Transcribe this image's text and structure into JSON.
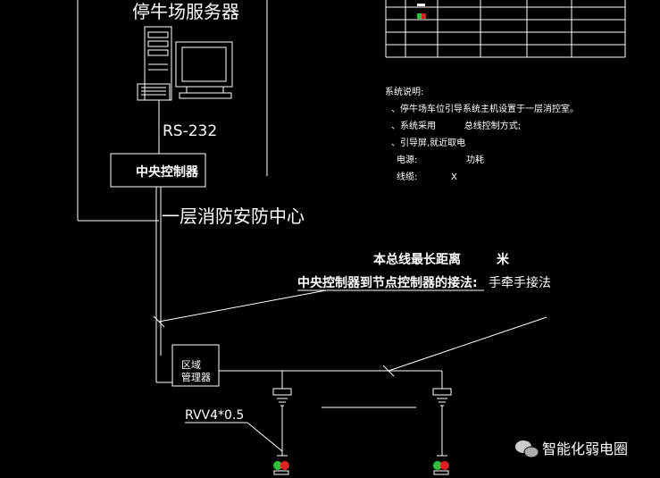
{
  "header": {
    "server_title": "停牛场服务器"
  },
  "labels": {
    "rs232": "RS-232",
    "central_controller": "中央控制器",
    "first_floor_center": "一层消防安防中心",
    "bus_max_distance": "本总线最长距离",
    "bus_distance_unit": "米",
    "connection_method_label": "中央控制器到节点控制器的接法:",
    "connection_method_value": "手牵手接法",
    "zone_manager_line1": "区域",
    "zone_manager_line2": "管理器",
    "cable_spec": "RVV4*0.5"
  },
  "notes": {
    "title": "系统说明:",
    "lines": [
      "、停牛场车位引导系统主机设置于一层消控室。",
      "、系统采用          总线控制方式;",
      "、引导屏,就近取电"
    ],
    "power_label": "电源:",
    "power_consumption_label": "功耗",
    "cable_label": "线缆:",
    "cable_value": "X"
  },
  "watermark": {
    "text": "智能化弱电圈",
    "icon": "wechat-icon"
  },
  "colors": {
    "background": "#000000",
    "line": "#ffffff",
    "indicator_green": "#2fbf3f",
    "indicator_red": "#e02020"
  }
}
